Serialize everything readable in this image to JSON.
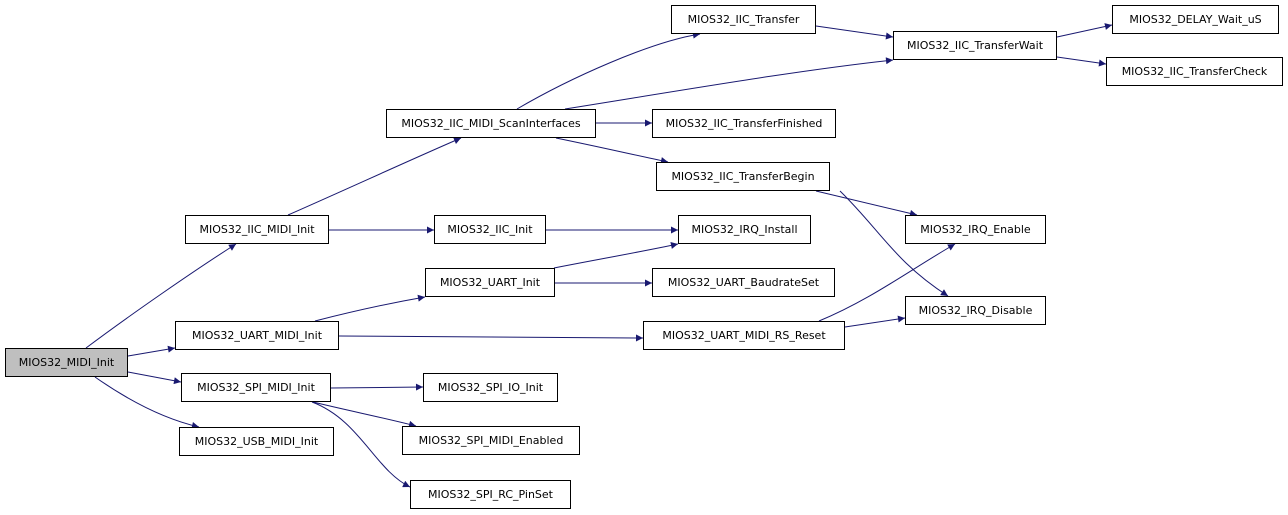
{
  "graph": {
    "colors": {
      "edge": "#191970",
      "node_border": "#000000",
      "node_fill": "#ffffff",
      "root_fill": "#bfbfbf"
    },
    "nodes": [
      {
        "id": "midi_init",
        "label": "MIOS32_MIDI_Init",
        "root": true
      },
      {
        "id": "iic_midi_init",
        "label": "MIOS32_IIC_MIDI_Init"
      },
      {
        "id": "uart_midi_init",
        "label": "MIOS32_UART_MIDI_Init"
      },
      {
        "id": "spi_midi_init",
        "label": "MIOS32_SPI_MIDI_Init"
      },
      {
        "id": "usb_midi_init",
        "label": "MIOS32_USB_MIDI_Init"
      },
      {
        "id": "iic_midi_scan",
        "label": "MIOS32_IIC_MIDI_ScanInterfaces"
      },
      {
        "id": "iic_init",
        "label": "MIOS32_IIC_Init"
      },
      {
        "id": "uart_init",
        "label": "MIOS32_UART_Init"
      },
      {
        "id": "uart_midi_rs_reset",
        "label": "MIOS32_UART_MIDI_RS_Reset"
      },
      {
        "id": "spi_io_init",
        "label": "MIOS32_SPI_IO_Init"
      },
      {
        "id": "spi_midi_enabled",
        "label": "MIOS32_SPI_MIDI_Enabled"
      },
      {
        "id": "spi_rc_pinset",
        "label": "MIOS32_SPI_RC_PinSet"
      },
      {
        "id": "iic_transfer",
        "label": "MIOS32_IIC_Transfer"
      },
      {
        "id": "iic_transfer_finished",
        "label": "MIOS32_IIC_TransferFinished"
      },
      {
        "id": "iic_transfer_begin",
        "label": "MIOS32_IIC_TransferBegin"
      },
      {
        "id": "irq_install",
        "label": "MIOS32_IRQ_Install"
      },
      {
        "id": "uart_baudrate_set",
        "label": "MIOS32_UART_BaudrateSet"
      },
      {
        "id": "iic_transfer_wait",
        "label": "MIOS32_IIC_TransferWait"
      },
      {
        "id": "irq_enable",
        "label": "MIOS32_IRQ_Enable"
      },
      {
        "id": "irq_disable",
        "label": "MIOS32_IRQ_Disable"
      },
      {
        "id": "delay_wait_us",
        "label": "MIOS32_DELAY_Wait_uS"
      },
      {
        "id": "iic_transfer_check",
        "label": "MIOS32_IIC_TransferCheck"
      }
    ],
    "edges": [
      {
        "from": "midi_init",
        "to": "iic_midi_init"
      },
      {
        "from": "midi_init",
        "to": "uart_midi_init"
      },
      {
        "from": "midi_init",
        "to": "spi_midi_init"
      },
      {
        "from": "midi_init",
        "to": "usb_midi_init"
      },
      {
        "from": "iic_midi_init",
        "to": "iic_midi_scan"
      },
      {
        "from": "iic_midi_init",
        "to": "iic_init"
      },
      {
        "from": "uart_midi_init",
        "to": "uart_init"
      },
      {
        "from": "uart_midi_init",
        "to": "uart_midi_rs_reset"
      },
      {
        "from": "spi_midi_init",
        "to": "spi_io_init"
      },
      {
        "from": "spi_midi_init",
        "to": "spi_midi_enabled"
      },
      {
        "from": "spi_midi_init",
        "to": "spi_rc_pinset"
      },
      {
        "from": "iic_midi_scan",
        "to": "iic_transfer"
      },
      {
        "from": "iic_midi_scan",
        "to": "iic_transfer_wait"
      },
      {
        "from": "iic_midi_scan",
        "to": "iic_transfer_finished"
      },
      {
        "from": "iic_midi_scan",
        "to": "iic_transfer_begin"
      },
      {
        "from": "iic_init",
        "to": "irq_install"
      },
      {
        "from": "uart_init",
        "to": "irq_install"
      },
      {
        "from": "uart_init",
        "to": "uart_baudrate_set"
      },
      {
        "from": "uart_midi_rs_reset",
        "to": "irq_enable"
      },
      {
        "from": "uart_midi_rs_reset",
        "to": "irq_disable"
      },
      {
        "from": "iic_transfer",
        "to": "iic_transfer_wait"
      },
      {
        "from": "iic_transfer_begin",
        "to": "irq_enable"
      },
      {
        "from": "iic_transfer_begin",
        "to": "irq_disable"
      },
      {
        "from": "iic_transfer_wait",
        "to": "delay_wait_us"
      },
      {
        "from": "iic_transfer_wait",
        "to": "iic_transfer_check"
      }
    ]
  }
}
